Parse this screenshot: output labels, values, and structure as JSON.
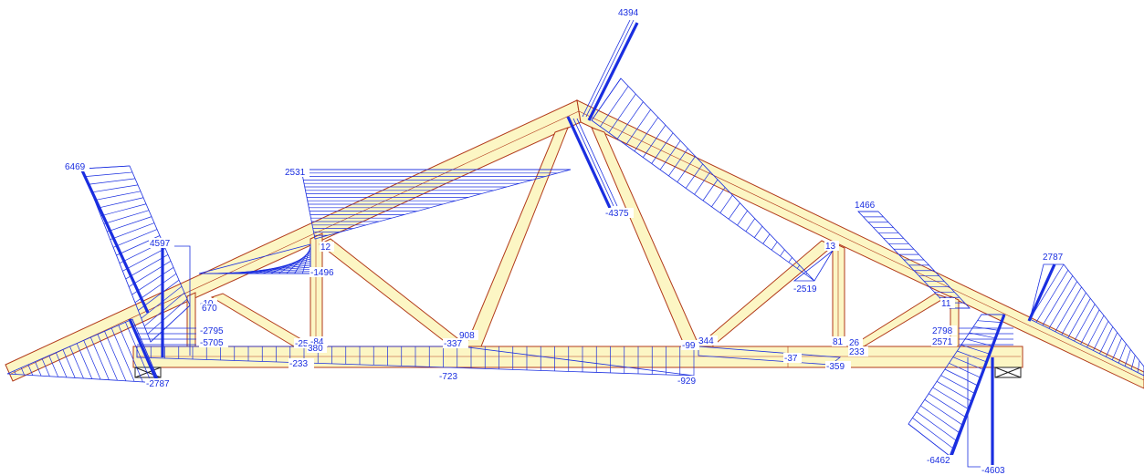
{
  "colors": {
    "timber": "#fcf6c4",
    "outline": "#b23a1a",
    "diagram": "#1a2ee0",
    "background": "#ffffff"
  },
  "labels": {
    "l4394": "4394",
    "l6469": "6469",
    "l2531": "2531",
    "l4375": "-4375",
    "l1466": "1466",
    "l2787a": "2787",
    "l4597": "4597",
    "l12": "12",
    "l1496": "-1496",
    "l13": "13",
    "l2519": "-2519",
    "l10": "-10",
    "l670": "670",
    "l2795": "-2795",
    "l5705": "-5705",
    "l25": "-25",
    "l84": "-84",
    "l380": "380",
    "l908": "908",
    "l337": "-337",
    "l99": "-99",
    "l344": "344",
    "l81": "81",
    "l26": "26",
    "l233a": "233",
    "l11": "11",
    "l2798": "2798",
    "l2571": "2571",
    "l233b": "-233",
    "l723": "-723",
    "l929": "-929",
    "l37": "-37",
    "l359": "-359",
    "l2787b": "-2787",
    "l6462": "-6462",
    "l4603": "-4603"
  }
}
